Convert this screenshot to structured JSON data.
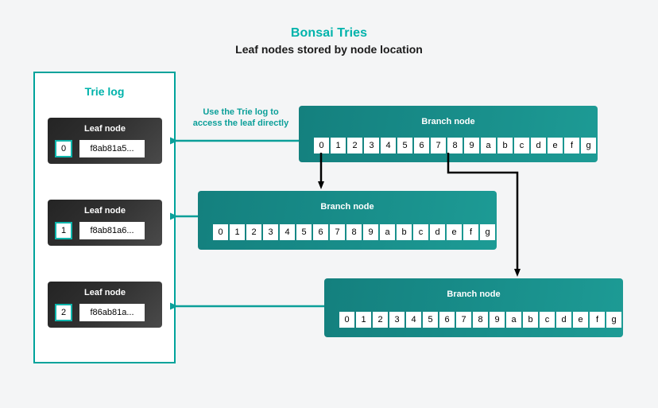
{
  "header": {
    "title": "Bonsai Tries",
    "subtitle": "Leaf nodes stored by node location"
  },
  "colors": {
    "background": "#f4f5f6",
    "accent_teal": "#00b3ab",
    "border_teal": "#00a39b",
    "branch_teal_dark": "#14807e",
    "branch_teal_light": "#1d9b95",
    "leaf_dark": "#242424",
    "arrow_black": "#000000",
    "arrow_teal": "#0b9f99"
  },
  "trie_log": {
    "title": "Trie log",
    "leaves": [
      {
        "label": "Leaf node",
        "index": "0",
        "hash": "f8ab81a5..."
      },
      {
        "label": "Leaf node",
        "index": "1",
        "hash": "f8ab81a6..."
      },
      {
        "label": "Leaf node",
        "index": "2",
        "hash": "f86ab81a..."
      }
    ]
  },
  "annotation": {
    "line1": "Use the Trie log to",
    "line2": "access the leaf directly"
  },
  "branch_nodes": [
    {
      "label": "Branch node",
      "cells": [
        "0",
        "1",
        "2",
        "3",
        "4",
        "5",
        "6",
        "7",
        "8",
        "9",
        "a",
        "b",
        "c",
        "d",
        "e",
        "f",
        "g"
      ]
    },
    {
      "label": "Branch node",
      "cells": [
        "0",
        "1",
        "2",
        "3",
        "4",
        "5",
        "6",
        "7",
        "8",
        "9",
        "a",
        "b",
        "c",
        "d",
        "e",
        "f",
        "g"
      ]
    },
    {
      "label": "Branch node",
      "cells": [
        "0",
        "1",
        "2",
        "3",
        "4",
        "5",
        "6",
        "7",
        "8",
        "9",
        "a",
        "b",
        "c",
        "d",
        "e",
        "f",
        "g"
      ]
    }
  ],
  "connections": [
    {
      "from": "branch-node-1-cell-0",
      "to": "branch-node-2",
      "style": "black-arrow"
    },
    {
      "from": "branch-node-1-cell-8",
      "to": "branch-node-3",
      "style": "black-arrow"
    },
    {
      "from": "branch-node-1",
      "to": "leaf-node-0",
      "style": "teal-arrow"
    },
    {
      "from": "branch-node-2",
      "to": "leaf-node-1",
      "style": "teal-arrow"
    },
    {
      "from": "branch-node-3",
      "to": "leaf-node-2",
      "style": "teal-arrow"
    }
  ]
}
